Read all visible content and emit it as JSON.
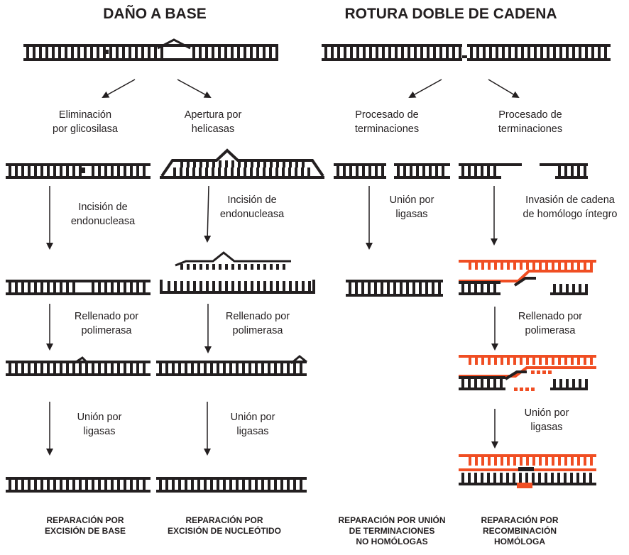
{
  "titles": {
    "base_damage": "DAÑO A BASE",
    "double_strand_break": "ROTURA DOBLE DE CADENA"
  },
  "labels": {
    "glycosylase": "Eliminación\npor glicosilasa",
    "helicase": "Apertura por\nhelicasas",
    "end_processing_1": "Procesado de\nterminaciones",
    "end_processing_2": "Procesado de\nterminaciones",
    "endonuclease_1": "Incisión de\nendonucleasa",
    "endonuclease_2": "Incisión de\nendonucleasa",
    "ligase_nhej": "Unión por\nligasas",
    "strand_invasion": "Invasión de cadena\nde homólogo íntegro",
    "polymerase_1": "Rellenado por\npolimerasa",
    "polymerase_2": "Rellenado por\npolimerasa",
    "polymerase_3": "Rellenado por\npolimerasa",
    "ligase_1": "Unión por\nligasas",
    "ligase_2": "Unión por\nligasas",
    "ligase_3": "Unión por\nligasas"
  },
  "footers": {
    "ber": "REPARACIÓN POR\nEXCISIÓN DE BASE",
    "ner": "REPARACIÓN POR\nEXCISIÓN DE NUCLEÓTIDO",
    "nhej": "REPARACIÓN POR UNIÓN\nDE TERMINACIONES\nNO HOMÓLOGAS",
    "hr": "REPARACIÓN POR\nRECOMBINACIÓN\nHOMÓLOGA"
  },
  "colors": {
    "dna": "#231f20",
    "homolog": "#f04e23"
  }
}
